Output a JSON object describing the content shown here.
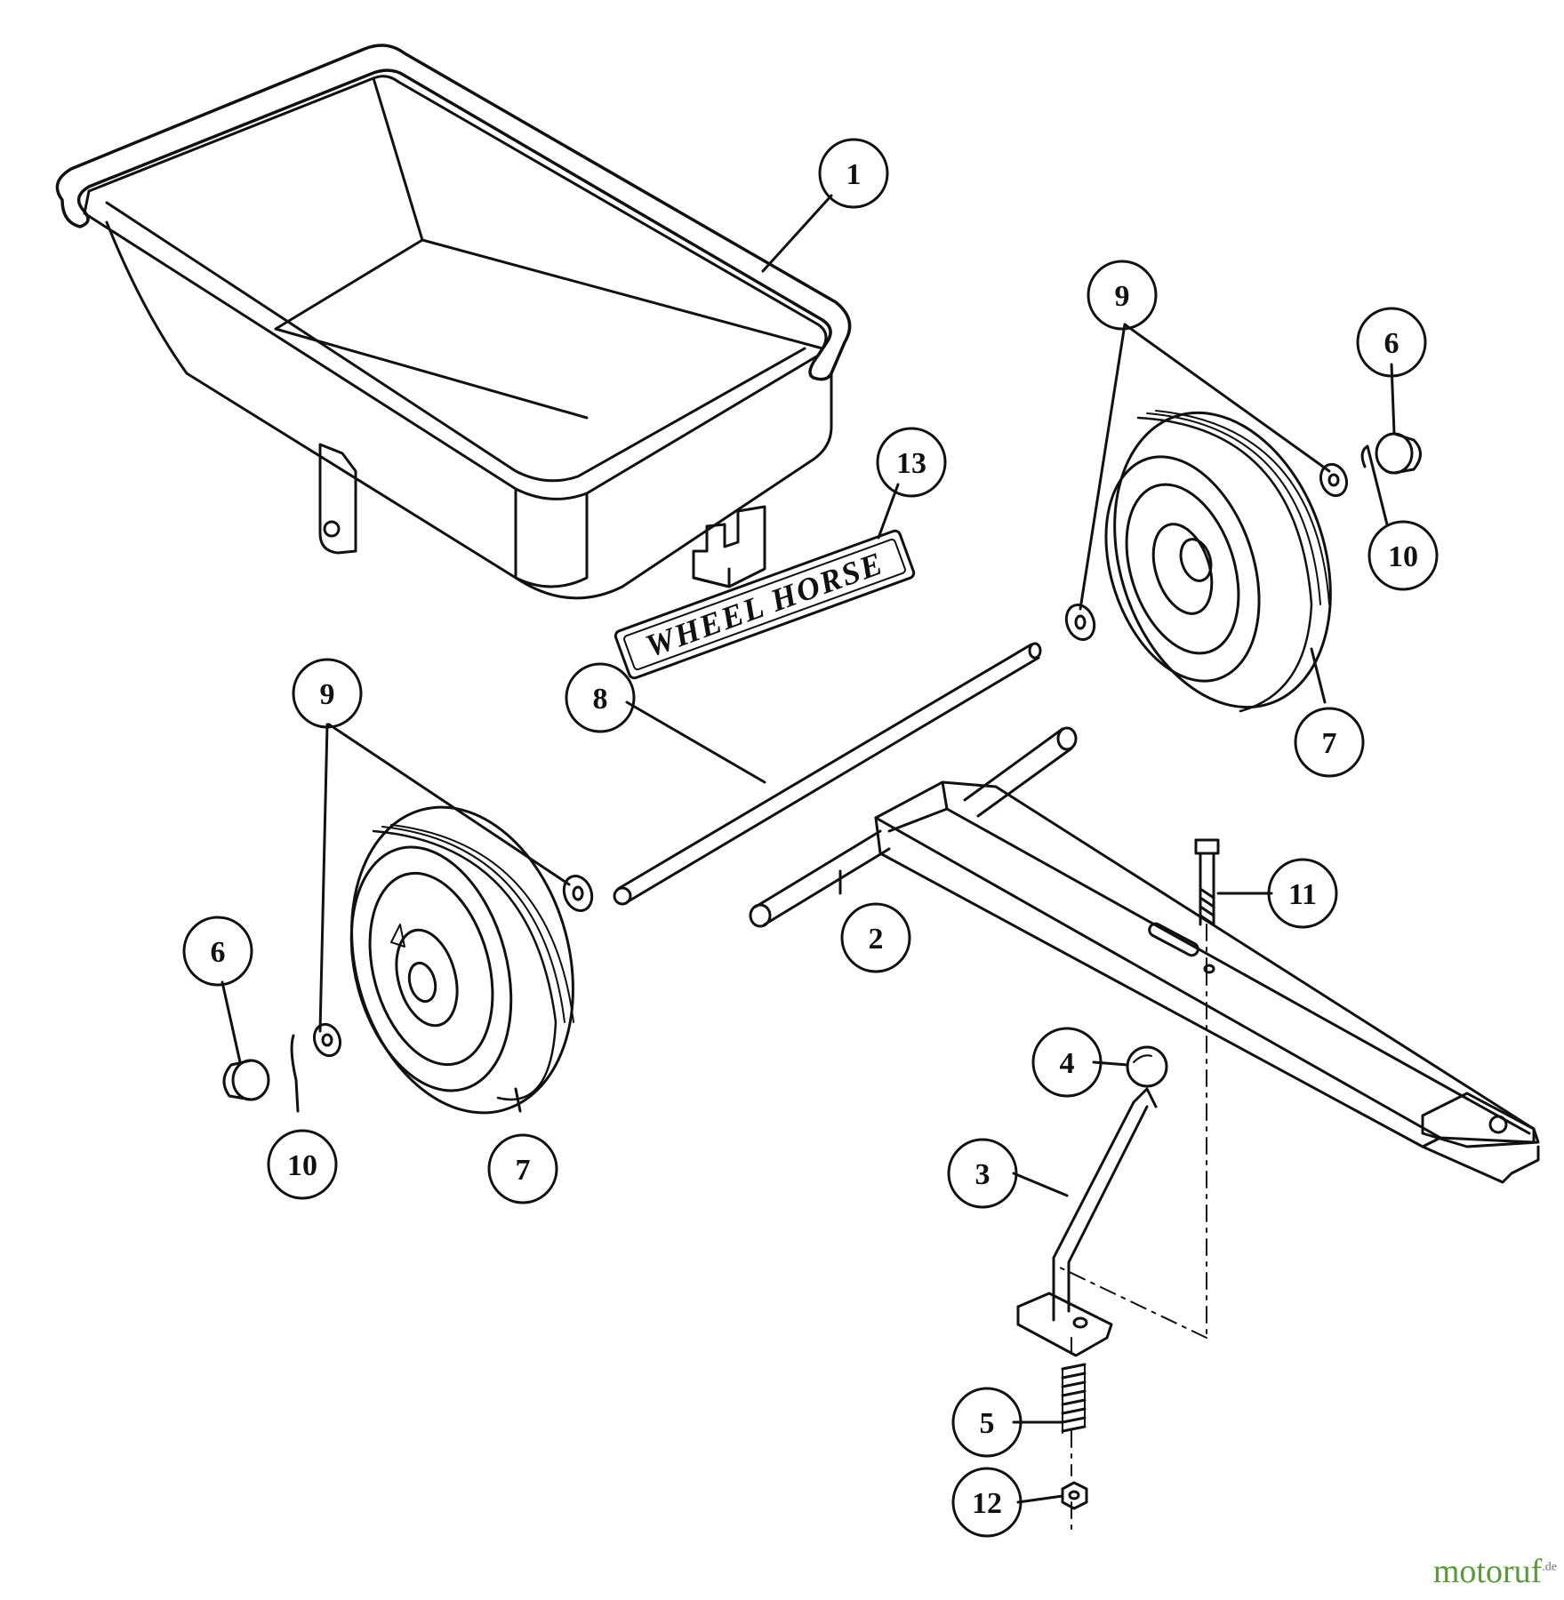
{
  "diagram": {
    "decal_text": "WHEEL HORSE",
    "watermark": {
      "main": "motoruf",
      "suffix": ".de"
    },
    "callouts": [
      {
        "id": "c1a",
        "label": "1"
      },
      {
        "id": "c2a",
        "label": "2"
      },
      {
        "id": "c3a",
        "label": "3"
      },
      {
        "id": "c4a",
        "label": "4"
      },
      {
        "id": "c5a",
        "label": "5"
      },
      {
        "id": "c6a",
        "label": "6"
      },
      {
        "id": "c6b",
        "label": "6"
      },
      {
        "id": "c7a",
        "label": "7"
      },
      {
        "id": "c7b",
        "label": "7"
      },
      {
        "id": "c8a",
        "label": "8"
      },
      {
        "id": "c9a",
        "label": "9"
      },
      {
        "id": "c9b",
        "label": "9"
      },
      {
        "id": "c10a",
        "label": "10"
      },
      {
        "id": "c10b",
        "label": "10"
      },
      {
        "id": "c11a",
        "label": "11"
      },
      {
        "id": "c12a",
        "label": "12"
      },
      {
        "id": "c13a",
        "label": "13"
      }
    ]
  }
}
